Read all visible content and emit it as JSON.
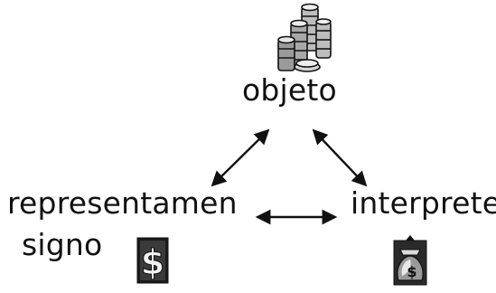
{
  "nodes": {
    "objeto": "objeto",
    "representamen": "representamen",
    "signo": "signo",
    "interprete": "interprete"
  },
  "icons": {
    "objeto": "coin-stacks-icon",
    "signo": "dollar-sign-icon",
    "interprete": "money-bag-icon"
  },
  "colors": {
    "ink": "#111111",
    "background": "#ffffff"
  }
}
